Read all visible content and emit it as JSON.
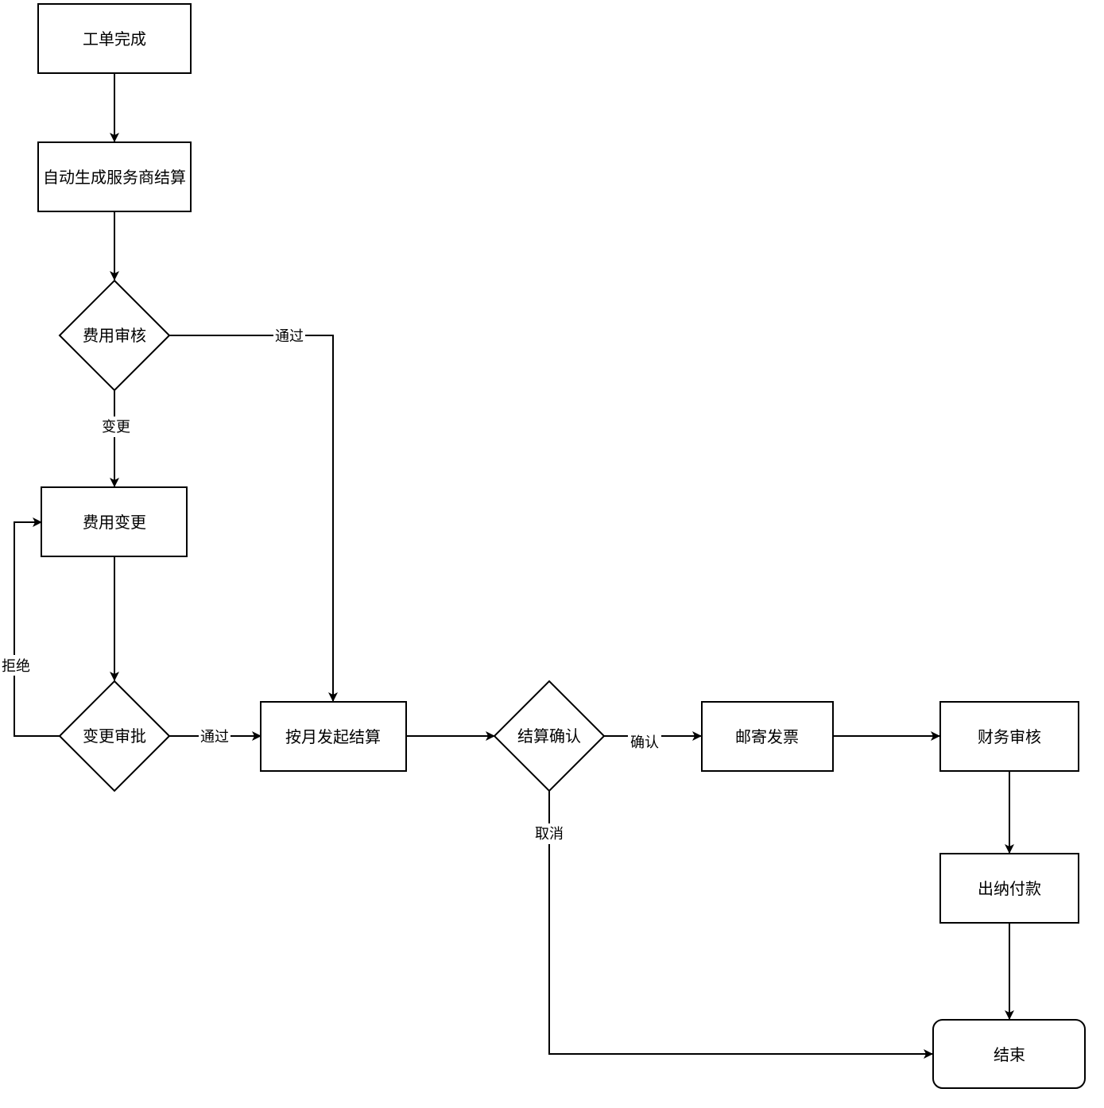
{
  "nodes": {
    "work_order_done": "工单完成",
    "auto_generate": "自动生成服务商结算",
    "fee_review": "费用审核",
    "fee_change": "费用变更",
    "change_approval": "变更审批",
    "monthly_settlement": "按月发起结算",
    "settlement_confirm": "结算确认",
    "mail_invoice": "邮寄发票",
    "finance_review": "财务审核",
    "cashier_payment": "出纳付款",
    "end": "结束"
  },
  "edges": {
    "fee_review_pass": "通过",
    "fee_review_change": "变更",
    "change_reject": "拒绝",
    "change_pass": "通过",
    "confirm_ok": "确认",
    "confirm_cancel": "取消"
  },
  "colors": {
    "stroke": "#000000",
    "fill": "#ffffff"
  }
}
